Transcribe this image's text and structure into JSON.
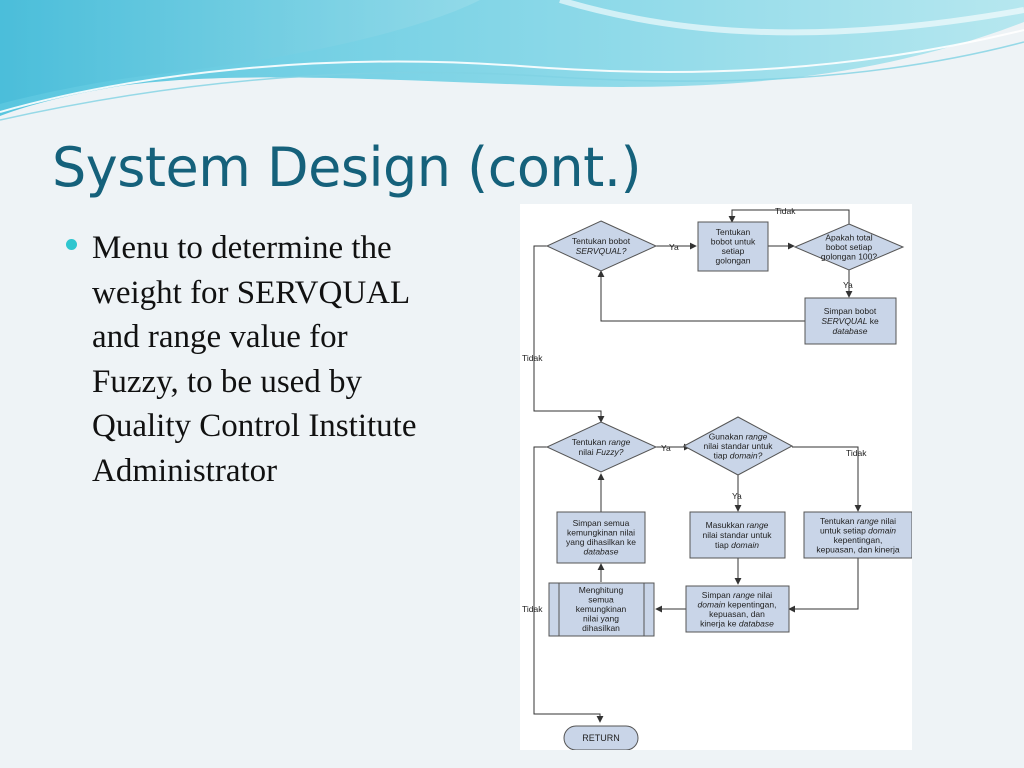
{
  "slide": {
    "title": "System Design (cont.)",
    "bullet": "Menu to determine the weight for SERVQUAL and range value for Fuzzy, to be used by Quality Control Institute Administrator"
  },
  "colors": {
    "title": "#15617b",
    "bullet": "#2ec6cf",
    "box_fill": "#c9d5e8",
    "background": "#eef3f6"
  },
  "flowchart": {
    "decisions": {
      "servqual": [
        "Tentukan bobot",
        "SERVQUAL?"
      ],
      "total": [
        "Apakah total",
        "bobot setiap",
        "golongan 100?"
      ],
      "fuzzy": [
        "Tentukan range",
        "nilai Fuzzy?"
      ],
      "standard": [
        "Gunakan range",
        "nilai standar untuk",
        "tiap domain?"
      ]
    },
    "processes": {
      "bobot_golongan": [
        "Tentukan",
        "bobot untuk",
        "setiap",
        "golongan"
      ],
      "simpan_bobot": [
        "Simpan bobot",
        "SERVQUAL ke",
        "database"
      ],
      "simpan_semua": [
        "Simpan semua",
        "kemungkinan nilai",
        "yang dihasilkan ke",
        "database"
      ],
      "masukkan": [
        "Masukkan range",
        "nilai standar untuk",
        "tiap domain"
      ],
      "tentukan_range": [
        "Tentukan range nilai",
        "untuk setiap domain",
        "kepentingan,",
        "kepuasan, dan kinerja"
      ],
      "simpan_range": [
        "Simpan range nilai",
        "domain kepentingan,",
        "kepuasan, dan",
        "kinerja ke database"
      ]
    },
    "subprocess": [
      "Menghitung",
      "semua",
      "kemungkinan",
      "nilai yang",
      "dihasilkan"
    ],
    "terminal": "RETURN",
    "labels": {
      "ya": "Ya",
      "tidak": "Tidak"
    }
  }
}
